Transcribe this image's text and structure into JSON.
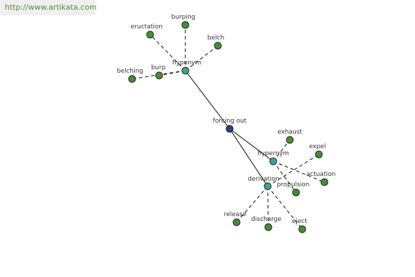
{
  "source_url": "http://www.artikata.com",
  "colors": {
    "leaf": "#4a8a3a",
    "relation": "#4a9a9a",
    "root": "#2c3f8a",
    "edge": "#000000",
    "label": "#333333"
  },
  "nodes": [
    {
      "id": "forcing-out",
      "label": "forcing out",
      "kind": "root"
    },
    {
      "id": "hyponym",
      "label": "hyponym",
      "kind": "relation"
    },
    {
      "id": "hypernym",
      "label": "hypernym",
      "kind": "relation"
    },
    {
      "id": "derivation",
      "label": "derivation",
      "kind": "relation"
    },
    {
      "id": "eructation",
      "label": "eructation",
      "kind": "leaf"
    },
    {
      "id": "burping",
      "label": "burping",
      "kind": "leaf"
    },
    {
      "id": "belch",
      "label": "belch",
      "kind": "leaf"
    },
    {
      "id": "burp",
      "label": "burp",
      "kind": "leaf"
    },
    {
      "id": "belching",
      "label": "belching",
      "kind": "leaf"
    },
    {
      "id": "exhaust",
      "label": "exhaust",
      "kind": "leaf"
    },
    {
      "id": "expel",
      "label": "expel",
      "kind": "leaf"
    },
    {
      "id": "actuation",
      "label": "actuation",
      "kind": "leaf"
    },
    {
      "id": "propulsion",
      "label": "propulsion",
      "kind": "leaf"
    },
    {
      "id": "release",
      "label": "release",
      "kind": "leaf"
    },
    {
      "id": "discharge",
      "label": "discharge",
      "kind": "leaf"
    },
    {
      "id": "eject",
      "label": "eject",
      "kind": "leaf"
    }
  ],
  "edges": [
    {
      "from": "forcing-out",
      "to": "hyponym",
      "style": "solid"
    },
    {
      "from": "forcing-out",
      "to": "hypernym",
      "style": "solid"
    },
    {
      "from": "forcing-out",
      "to": "derivation",
      "style": "solid"
    },
    {
      "from": "hyponym",
      "to": "eructation",
      "style": "dashed"
    },
    {
      "from": "hyponym",
      "to": "burping",
      "style": "dashed"
    },
    {
      "from": "hyponym",
      "to": "belch",
      "style": "dashed"
    },
    {
      "from": "hyponym",
      "to": "burp",
      "style": "dashed"
    },
    {
      "from": "hyponym",
      "to": "belching",
      "style": "dashed"
    },
    {
      "from": "hypernym",
      "to": "exhaust",
      "style": "dashed"
    },
    {
      "from": "hypernym",
      "to": "propulsion",
      "style": "dashed"
    },
    {
      "from": "hypernym",
      "to": "actuation",
      "style": "dashed"
    },
    {
      "from": "derivation",
      "to": "expel",
      "style": "dashed"
    },
    {
      "from": "derivation",
      "to": "release",
      "style": "dashed"
    },
    {
      "from": "derivation",
      "to": "discharge",
      "style": "dashed"
    },
    {
      "from": "derivation",
      "to": "eject",
      "style": "dashed"
    }
  ]
}
